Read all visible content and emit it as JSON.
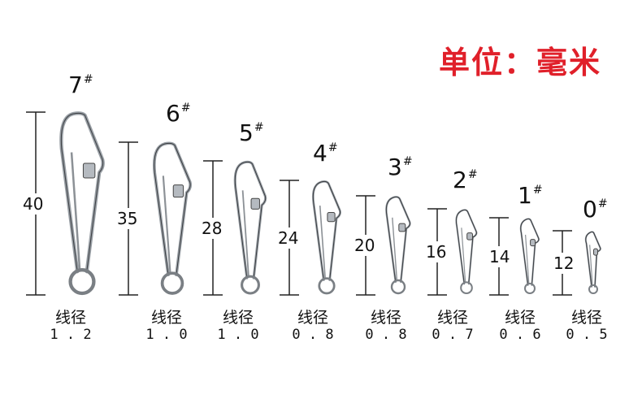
{
  "unit_label": "单位：毫米",
  "unit_color": "#e0202a",
  "wire_caption": "线径",
  "size_mark": "#",
  "snaps": [
    {
      "size": "7",
      "length": "40",
      "wire": "1.2"
    },
    {
      "size": "6",
      "length": "35",
      "wire": "1.0"
    },
    {
      "size": "5",
      "length": "28",
      "wire": "1.0"
    },
    {
      "size": "4",
      "length": "24",
      "wire": "0.8"
    },
    {
      "size": "3",
      "length": "20",
      "wire": "0.8"
    },
    {
      "size": "2",
      "length": "16",
      "wire": "0.7"
    },
    {
      "size": "1",
      "length": "14",
      "wire": "0.6"
    },
    {
      "size": "0",
      "length": "12",
      "wire": "0.5"
    }
  ]
}
